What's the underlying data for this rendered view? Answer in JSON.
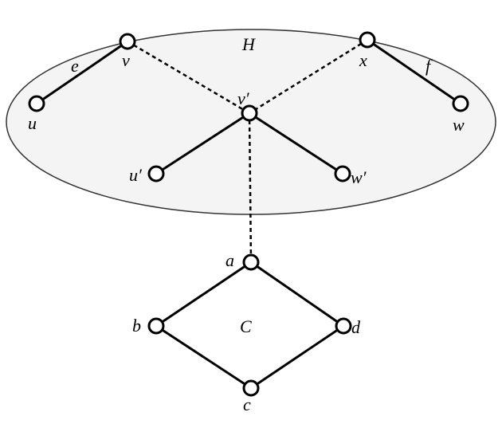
{
  "region": {
    "label": "H"
  },
  "cycle": {
    "label": "C"
  },
  "nodes": [
    {
      "id": "u",
      "label": "u"
    },
    {
      "id": "v",
      "label": "v"
    },
    {
      "id": "x",
      "label": "x"
    },
    {
      "id": "w",
      "label": "w"
    },
    {
      "id": "vp",
      "label": "v′"
    },
    {
      "id": "up",
      "label": "u′"
    },
    {
      "id": "wp",
      "label": "w′"
    },
    {
      "id": "a",
      "label": "a"
    },
    {
      "id": "b",
      "label": "b"
    },
    {
      "id": "c",
      "label": "c"
    },
    {
      "id": "d",
      "label": "d"
    }
  ],
  "edges": [
    {
      "from": "u",
      "to": "v",
      "style": "solid",
      "label": "e"
    },
    {
      "from": "x",
      "to": "w",
      "style": "solid",
      "label": "f"
    },
    {
      "from": "v",
      "to": "vp",
      "style": "dashed",
      "label": ""
    },
    {
      "from": "x",
      "to": "vp",
      "style": "dashed",
      "label": ""
    },
    {
      "from": "vp",
      "to": "up",
      "style": "solid",
      "label": ""
    },
    {
      "from": "vp",
      "to": "wp",
      "style": "solid",
      "label": ""
    },
    {
      "from": "vp",
      "to": "a",
      "style": "dashed",
      "label": ""
    },
    {
      "from": "a",
      "to": "b",
      "style": "solid",
      "label": ""
    },
    {
      "from": "b",
      "to": "c",
      "style": "solid",
      "label": ""
    },
    {
      "from": "c",
      "to": "d",
      "style": "solid",
      "label": ""
    },
    {
      "from": "d",
      "to": "a",
      "style": "solid",
      "label": ""
    }
  ]
}
